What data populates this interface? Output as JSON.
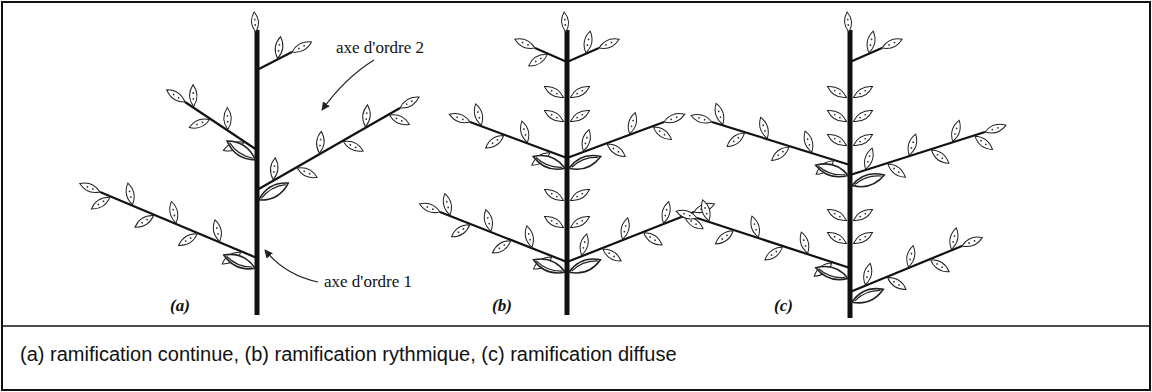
{
  "diagram": {
    "caption": "(a) ramification continue, (b) ramification rythmique, (c) ramification diffuse",
    "labels": [
      "axe d'ordre 2",
      "axe d'ordre 1",
      "(a)",
      "(b)",
      "(c)"
    ]
  }
}
